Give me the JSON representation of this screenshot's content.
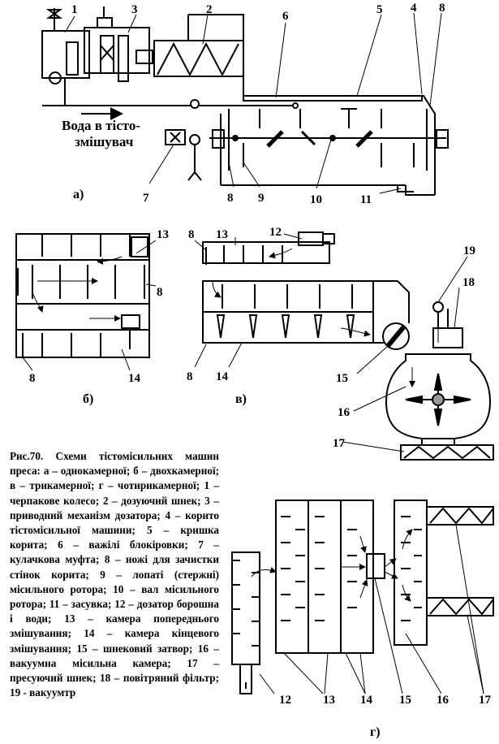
{
  "diagram": {
    "water_label": [
      "Вода в тісто-",
      "змішувач"
    ],
    "part_labels": {
      "a": "а)",
      "b": "б)",
      "v": "в)",
      "g": "г)"
    },
    "numbers_a": [
      "1",
      "2",
      "3",
      "4",
      "5",
      "6",
      "7",
      "8",
      "8",
      "9",
      "10",
      "11"
    ],
    "numbers_b": [
      "13",
      "8",
      "8",
      "14"
    ],
    "numbers_v": [
      "8",
      "13",
      "12",
      "19",
      "18",
      "8",
      "14",
      "15",
      "16",
      "17"
    ],
    "numbers_g": [
      "12",
      "13",
      "14",
      "15",
      "16",
      "17"
    ]
  },
  "caption": {
    "figure": "Рис.70.",
    "text": " Схеми тістомісильних машин преса: а – однокамерної; б – двохкамерної; в – трикамерної; г – чотирикамерної; 1 – черпакове колесо; 2 – дозуючий шнек; 3 – приводний механізм дозатора; 4 – корито тістомісильної машини; 5 – кришка корита; 6 – важілі блокіровки; 7 – кулачкова муфта; 8 – ножі для зачистки стінок корита; 9 – лопаті (стержні) місильного ротора; 10 – вал місильного ротора; 11 – засувка; 12 – дозатор борошна і води; 13 – камера попереднього змішування; 14 – камера кінцевого змішування; 15 – шнековий затвор; 16 – вакуумна місильна камера; 17 – пресуючий шнек; 18 – повітряний фільтр; 19 - вакуумтр"
  }
}
